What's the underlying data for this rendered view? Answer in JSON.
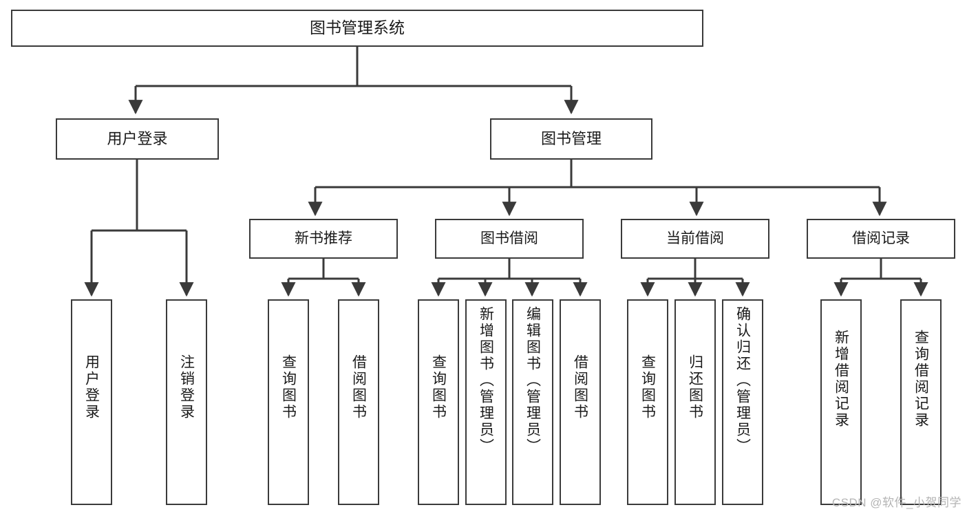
{
  "diagram": {
    "type": "tree-hierarchy",
    "title": "图书管理系统",
    "watermark": "CSDN @软件_小贺同学",
    "colors": {
      "stroke": "#3a3a3a",
      "background": "#ffffff",
      "text": "#1a1a1a",
      "watermark": "#b4b4b4"
    },
    "root": {
      "label": "图书管理系统"
    },
    "level1": [
      {
        "label": "用户登录"
      },
      {
        "label": "图书管理"
      }
    ],
    "level2": [
      {
        "label": "新书推荐"
      },
      {
        "label": "图书借阅"
      },
      {
        "label": "当前借阅"
      },
      {
        "label": "借阅记录"
      }
    ],
    "leaves": {
      "user_login": [
        {
          "label": "用户登录"
        },
        {
          "label": "注销登录"
        }
      ],
      "new_book_recommend": [
        {
          "label": "查询图书"
        },
        {
          "label": "借阅图书"
        }
      ],
      "book_borrow": [
        {
          "label": "查询图书"
        },
        {
          "label": "新增图书（管理员）"
        },
        {
          "label": "编辑图书（管理员）"
        },
        {
          "label": "借阅图书"
        }
      ],
      "current_borrow": [
        {
          "label": "查询图书"
        },
        {
          "label": "归还图书"
        },
        {
          "label": "确认归还（管理员）"
        }
      ],
      "borrow_record": [
        {
          "label": "新增借阅记录"
        },
        {
          "label": "查询借阅记录"
        }
      ]
    }
  }
}
